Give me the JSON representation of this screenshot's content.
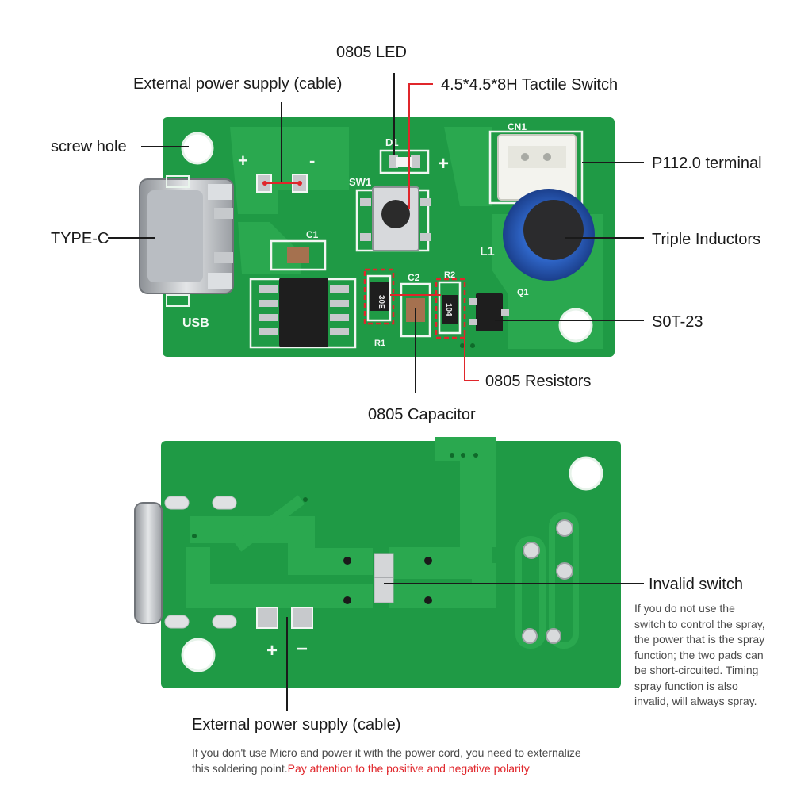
{
  "colors": {
    "pcb_green": "#1f9a45",
    "pcb_dark": "#137a33",
    "leader_black": "#1a1a1a",
    "leader_red": "#e0262b",
    "warning_red": "#e0262b"
  },
  "top_board": {
    "silkscreen": {
      "usb": "USB",
      "cn1": "CN1",
      "sw1": "SW1",
      "d1": "D1",
      "c1": "C1",
      "c2": "C2",
      "l1": "L1",
      "q1": "Q1",
      "r1": "R1",
      "r2": "R2",
      "r_top_value": "30E",
      "r_right_value": "104",
      "plus_left": "+",
      "minus_left": "-",
      "plus_right": "+"
    },
    "labels": {
      "led": "0805 LED",
      "external_power": "External power supply (cable)",
      "tactile_switch": "4.5*4.5*8H Tactile Switch",
      "screw_hole": "screw hole",
      "terminal": "P112.0 terminal",
      "type_c": "TYPE-C",
      "inductor": "Triple Inductors",
      "sot23": "S0T-23",
      "resistors": "0805 Resistors",
      "capacitor": "0805 Capacitor"
    }
  },
  "bottom_board": {
    "silkscreen": {
      "plus": "+",
      "minus": "−"
    },
    "labels": {
      "invalid_switch": "Invalid switch",
      "external_power": "External power supply (cable)"
    },
    "notes": {
      "invalid_switch_lines": [
        "If you do not use the",
        "switch to control the spray,",
        "the power that is the spray",
        "function; the two pads can",
        "be short-circuited. Timing",
        "spray function is also",
        "invalid, will always spray."
      ],
      "external_power_line1": "If you don't use Micro and power it with the power cord, you need to externalize",
      "external_power_line2": "this soldering point.",
      "polarity_warning": "Pay attention to the positive and negative polarity"
    }
  }
}
